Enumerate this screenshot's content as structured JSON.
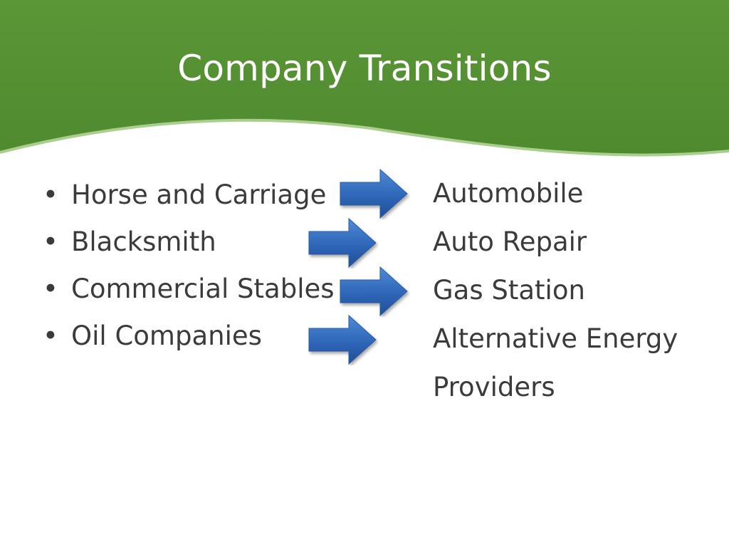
{
  "slide": {
    "title": "Company Transitions",
    "colors": {
      "header_green": "#558f33",
      "header_stripe": "#a9cf8e",
      "arrow_blue": "#2f66b8",
      "text": "#3b3b3b"
    },
    "from_items": [
      {
        "bullet": "•",
        "label": "Horse and Carriage"
      },
      {
        "bullet": "•",
        "label": "Blacksmith"
      },
      {
        "bullet": "•",
        "label": "Commercial Stables"
      },
      {
        "bullet": "•",
        "label": "Oil Companies"
      }
    ],
    "to_items": [
      "Automobile",
      "Auto Repair",
      "Gas Station",
      "Alternative Energy",
      "Providers"
    ],
    "arrow_icon": "right-arrow-icon"
  }
}
